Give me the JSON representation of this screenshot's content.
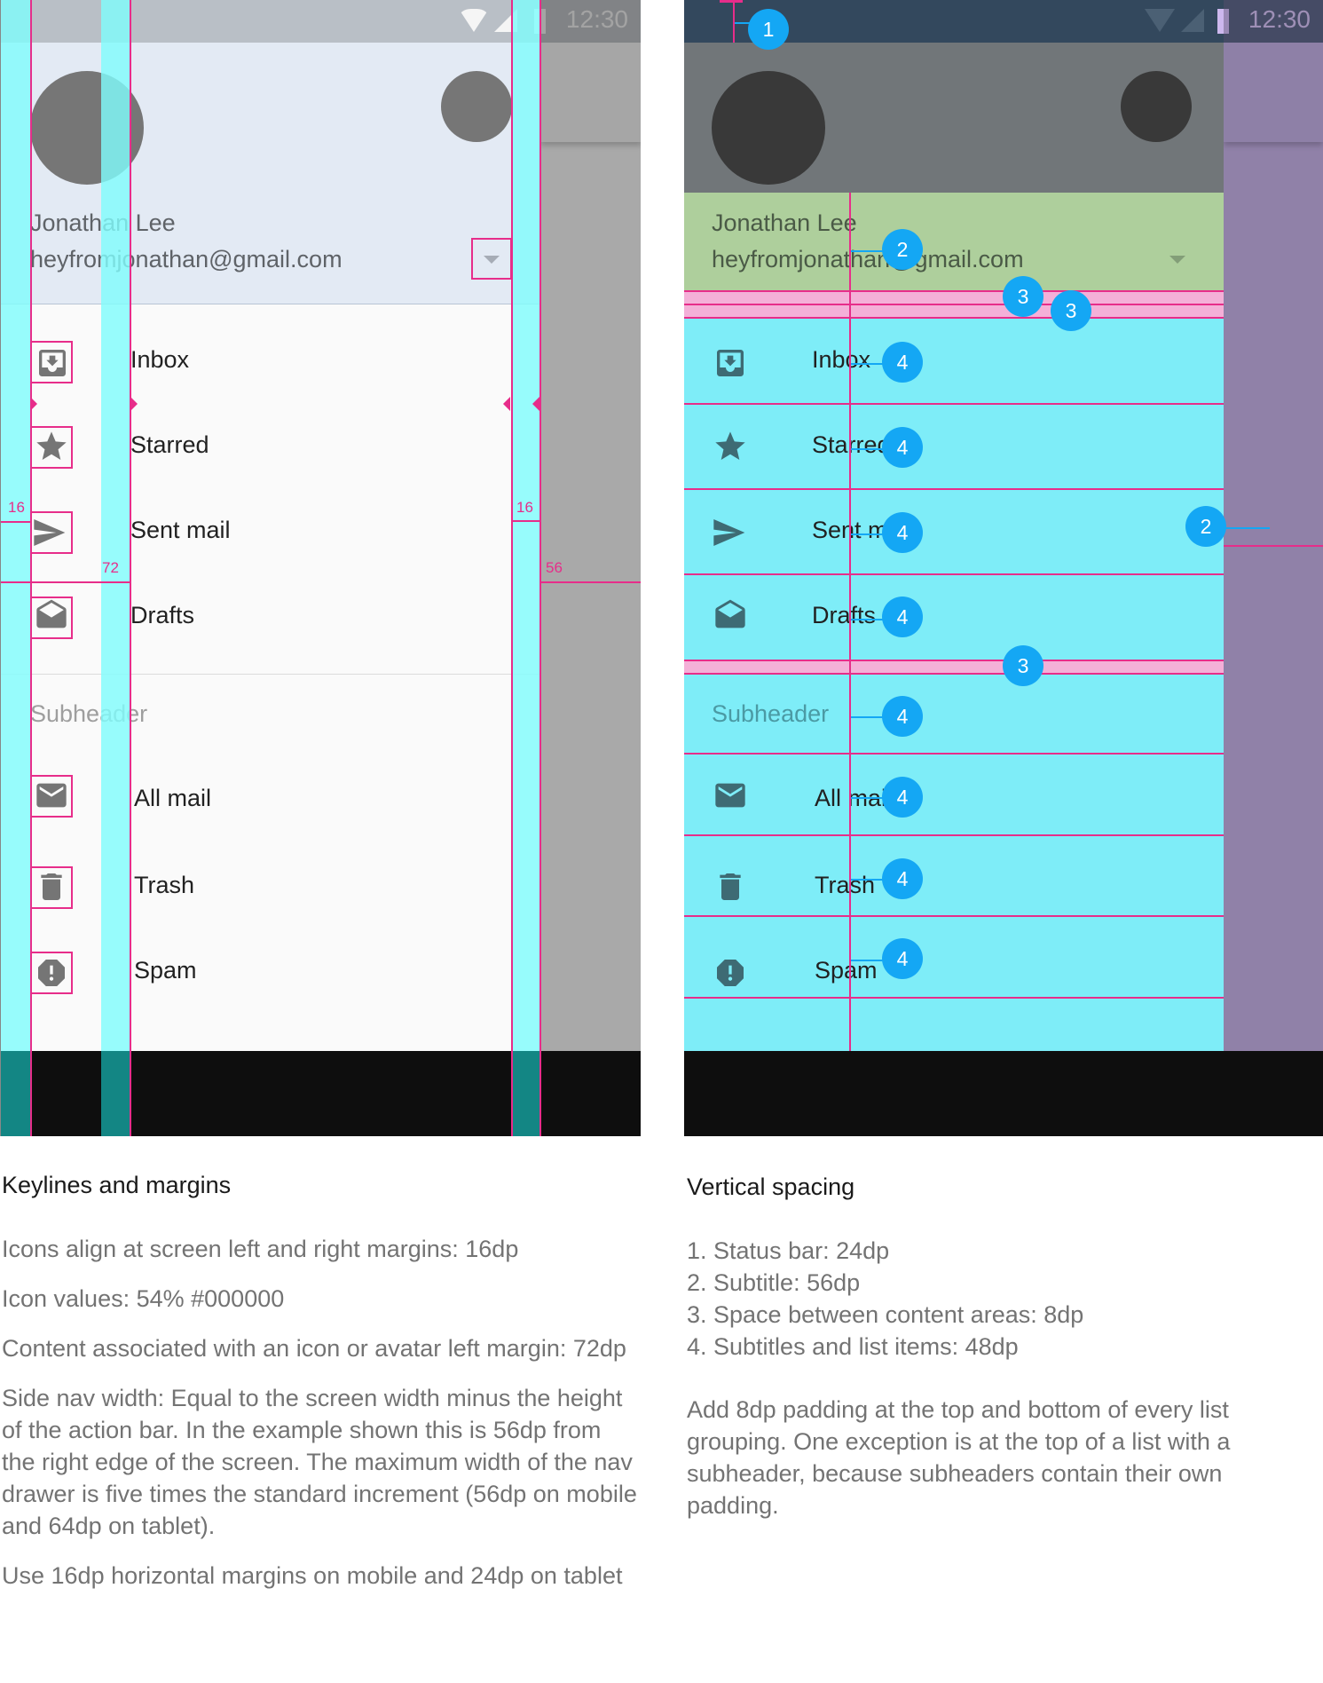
{
  "status_bar": {
    "time": "12:30",
    "icons": [
      "wifi-icon",
      "signal-icon",
      "battery-icon"
    ]
  },
  "account": {
    "name": "Jonathan Lee",
    "email": "heyfromjonathan@gmail.com",
    "dropdown_icon": "arrow-drop-down-icon"
  },
  "nav_items": [
    {
      "label": "Inbox",
      "icon": "inbox-icon"
    },
    {
      "label": "Starred",
      "icon": "star-icon"
    },
    {
      "label": "Sent mail",
      "icon": "send-icon"
    },
    {
      "label": "Drafts",
      "icon": "drafts-icon"
    }
  ],
  "subheader": "Subheader",
  "nav_items_2": [
    {
      "label": "All mail",
      "icon": "mail-icon"
    },
    {
      "label": "Trash",
      "icon": "trash-icon"
    },
    {
      "label": "Spam",
      "icon": "report-icon"
    }
  ],
  "keyline_measurements": {
    "left_margin": "16",
    "content_margin": "72",
    "right_margin": "16",
    "action_bar": "56"
  },
  "spacing_badges": [
    "1",
    "2",
    "3",
    "3",
    "4",
    "4",
    "4",
    "4",
    "3",
    "4",
    "4",
    "4",
    "4",
    "2"
  ],
  "colors": {
    "keyline_cyan": "#80fcfc",
    "keyline_pink": "#e72d8a",
    "badge_blue": "#14a7f4",
    "subtitle_green": "#aecf9c",
    "spacing_pink": "#f4b0d8",
    "list_cyan": "#7eedf8",
    "scrim_purple": "#9081a8"
  },
  "captions": {
    "left": {
      "title": "Keylines and margins",
      "paragraphs": [
        "Icons align at screen left and right margins: 16dp",
        "Icon values: 54% #000000",
        "Content associated with an icon or avatar left margin: 72dp",
        "Side nav width: Equal to the screen width minus the height of the action bar. In the example shown this is 56dp from the right edge of the screen. The maximum width of the nav drawer is five times the standard increment (56dp on mobile and 64dp on tablet).",
        "Use 16dp horizontal margins on mobile and 24dp on tablet"
      ]
    },
    "right": {
      "title": "Vertical spacing",
      "list": [
        "1. Status bar: 24dp",
        "2. Subtitle: 56dp",
        "3. Space between content areas: 8dp",
        "4. Subtitles and list items: 48dp"
      ],
      "paragraph": "Add 8dp padding at the top and bottom of every list grouping. One exception is at the top of a list with a subheader, because subheaders contain their own padding."
    }
  }
}
